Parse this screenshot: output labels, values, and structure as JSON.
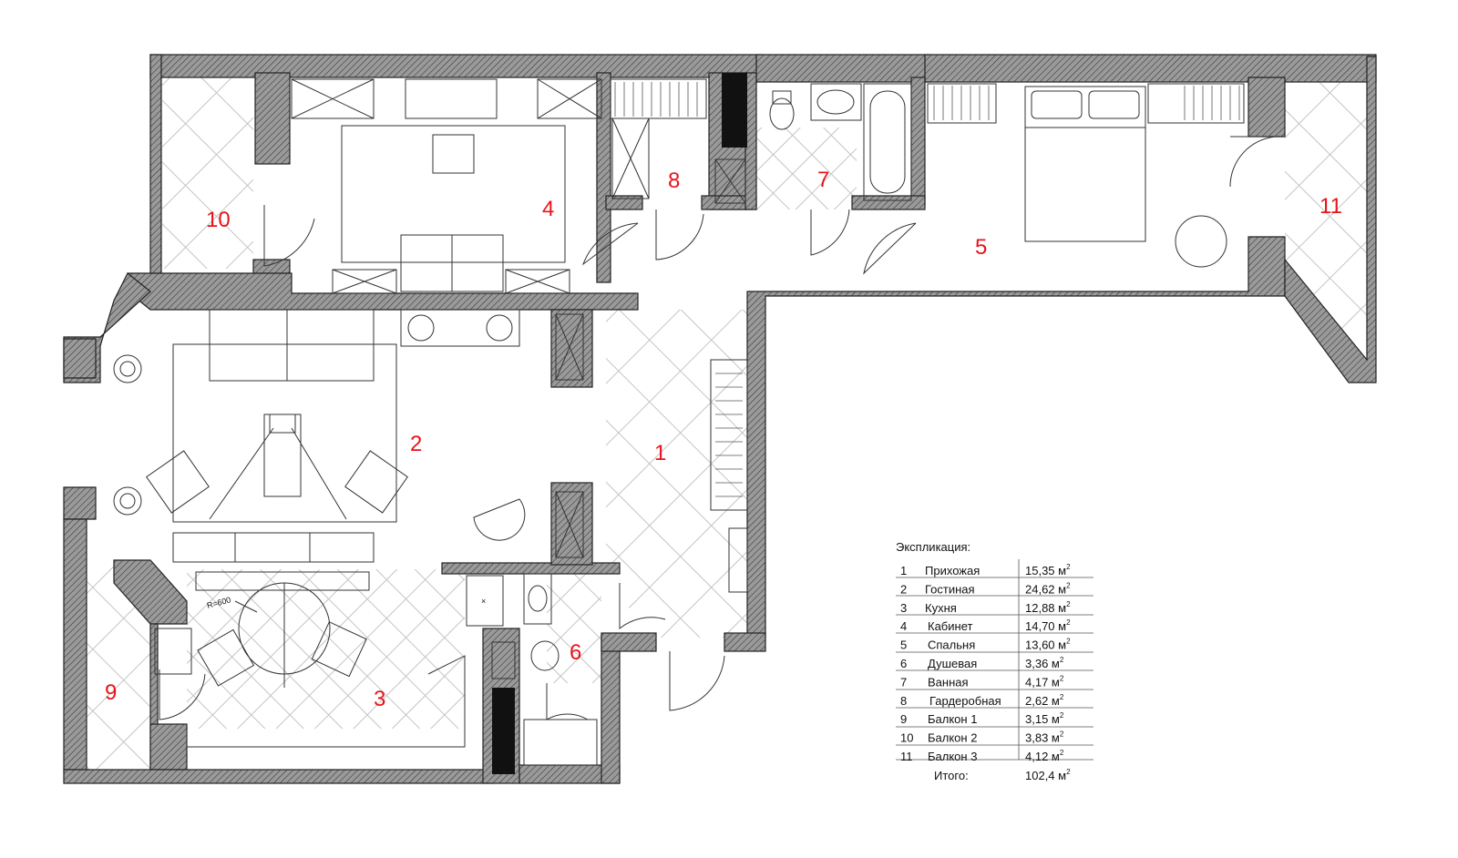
{
  "rooms": [
    {
      "num": "1"
    },
    {
      "num": "2"
    },
    {
      "num": "3"
    },
    {
      "num": "4"
    },
    {
      "num": "5"
    },
    {
      "num": "6"
    },
    {
      "num": "7"
    },
    {
      "num": "8"
    },
    {
      "num": "9"
    },
    {
      "num": "10"
    },
    {
      "num": "11"
    }
  ],
  "annotation": {
    "radius_label": "R=600",
    "sink_mark": "×"
  },
  "legend": {
    "title": "Экспликация:",
    "unit": "м",
    "unit_power": "2",
    "rows": [
      {
        "n": "1",
        "name": "Прихожая",
        "area": "15,35"
      },
      {
        "n": "2",
        "name": "Гостиная",
        "area": "24,62"
      },
      {
        "n": "3",
        "name": "Кухня",
        "area": "12,88"
      },
      {
        "n": "4",
        "name": "Кабинет",
        "area": "14,70"
      },
      {
        "n": "5",
        "name": "Спальня",
        "area": "13,60"
      },
      {
        "n": "6",
        "name": "Душевая",
        "area": "3,36"
      },
      {
        "n": "7",
        "name": "Ванная",
        "area": "4,17"
      },
      {
        "n": "8",
        "name": "Гардеробная",
        "area": "2,62"
      },
      {
        "n": "9",
        "name": "Балкон 1",
        "area": "3,15"
      },
      {
        "n": "10",
        "name": "Балкон 2",
        "area": "3,83"
      },
      {
        "n": "11",
        "name": "Балкон 3",
        "area": "4,12"
      }
    ],
    "total_label": "Итого:",
    "total_value": "102,4"
  },
  "colors": {
    "wall": "#8f8f8f",
    "hatch": "#444444",
    "room_number": "#e8141b",
    "line": "#222222",
    "tile": "#bdbdbd"
  }
}
